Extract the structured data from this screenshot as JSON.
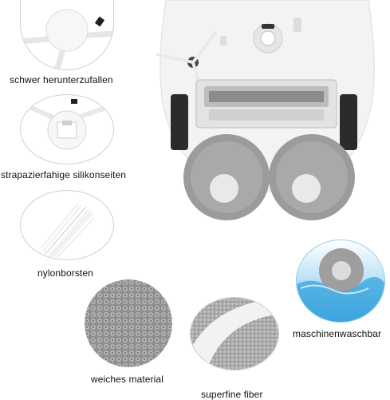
{
  "features": {
    "fall_resistant": "schwer herunterzufallen",
    "silicone_sides": "strapazierfahige silikonseiten",
    "nylon_bristles": "nylonborsten",
    "machine_washable": "maschinenwaschbar",
    "soft_material": "weiches material",
    "superfine_fiber": "superfine fiber"
  },
  "colors": {
    "background": "#ffffff",
    "ring": "#cfcfcf",
    "robot_body": "#f2f2f2",
    "mop_pad": "#9a9a9a",
    "water": "#3fa9e0"
  }
}
